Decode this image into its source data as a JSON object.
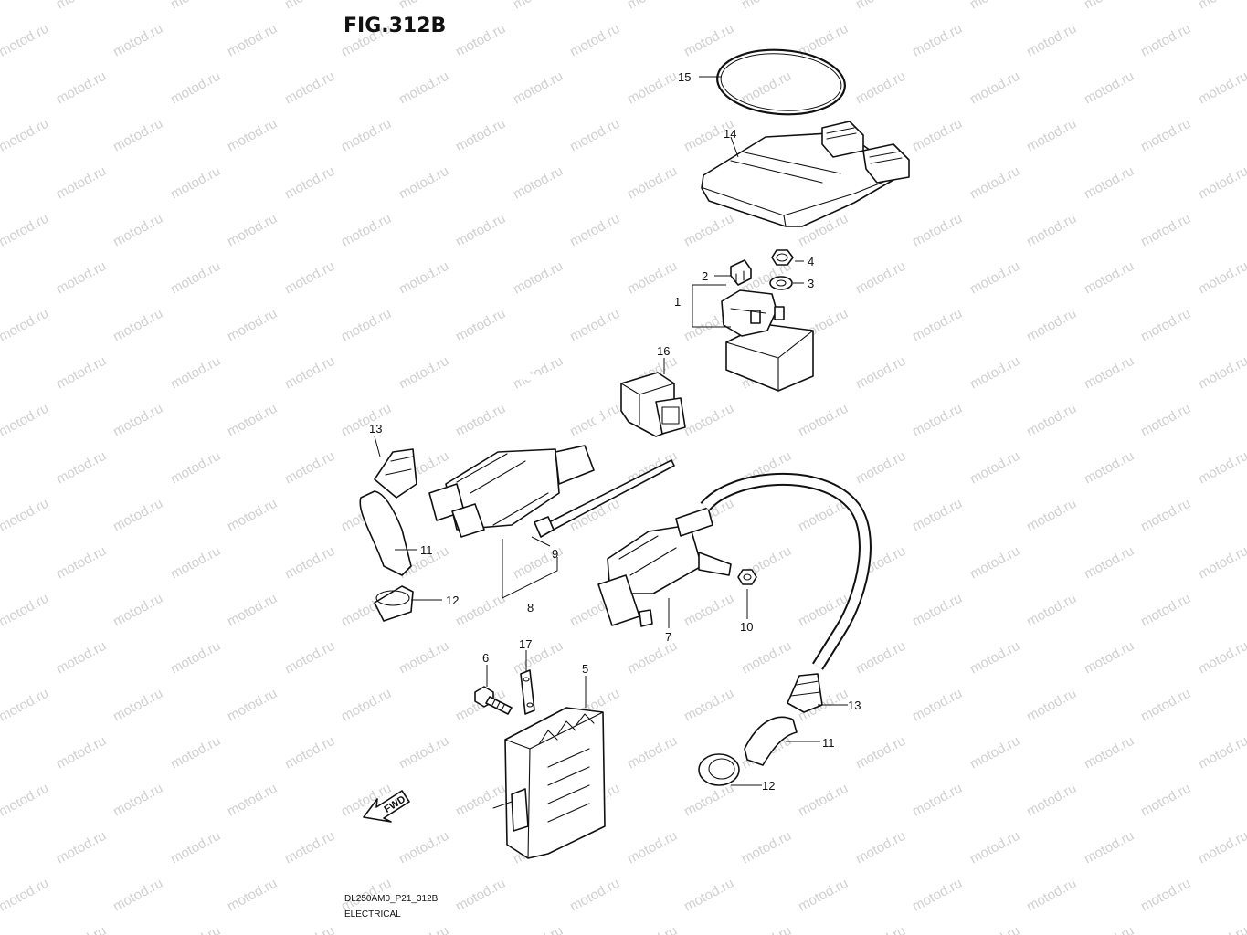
{
  "figure": {
    "title": "FIG.312B",
    "code": "DL250AM0_P21_312B",
    "section": "ELECTRICAL"
  },
  "watermark": "motod.ru",
  "fwd_label": "FWD",
  "callouts": {
    "c1": "1",
    "c2": "2",
    "c3": "3",
    "c4": "4",
    "c5": "5",
    "c6": "6",
    "c7": "7",
    "c8": "8",
    "c9": "9",
    "c10": "10",
    "c11a": "11",
    "c11b": "11",
    "c12a": "12",
    "c12b": "12",
    "c13a": "13",
    "c13b": "13",
    "c14": "14",
    "c15": "15",
    "c16": "16",
    "c17": "17"
  }
}
